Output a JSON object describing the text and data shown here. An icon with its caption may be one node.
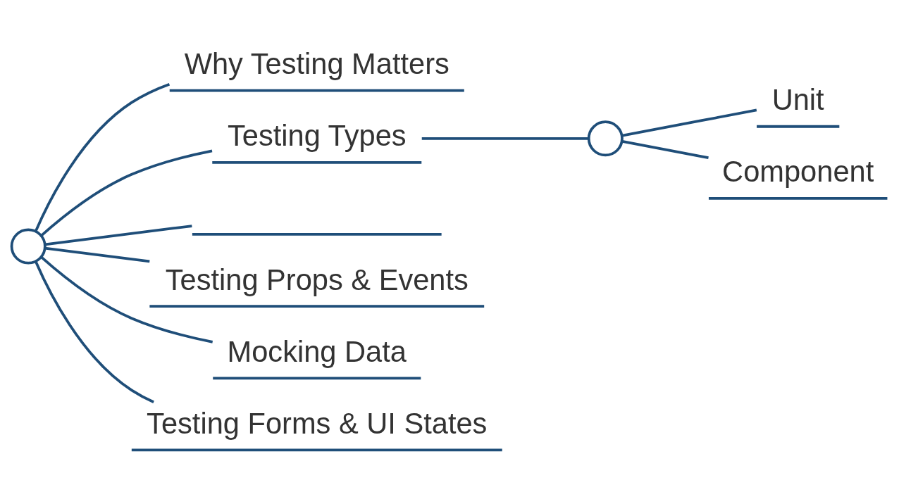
{
  "diagram": {
    "nodes": [
      {
        "text": [],
        "shape": "circle"
      },
      {
        "text": [
          "Why Testing Matters"
        ]
      },
      {
        "text": [
          "Testing Types"
        ]
      },
      {
        "text": [],
        "shape": "circle"
      },
      {
        "text": [
          "Unit"
        ]
      },
      {
        "text": [
          "Component"
        ]
      },
      {
        "text": [],
        "shape": "bar"
      },
      {
        "text": [
          "Testing Props & Events"
        ]
      },
      {
        "text": [
          "Mocking Data"
        ]
      },
      {
        "text": [
          "Testing Forms & UI States"
        ]
      }
    ],
    "edges": [
      {
        "from": 0,
        "to": 1,
        "arrow": "none"
      },
      {
        "from": 0,
        "to": 2,
        "arrow": "none"
      },
      {
        "from": 2,
        "to": 3,
        "arrow": "none"
      },
      {
        "from": 3,
        "to": 4,
        "arrow": "none"
      },
      {
        "from": 3,
        "to": 5,
        "arrow": "none"
      },
      {
        "from": 0,
        "to": 6,
        "arrow": "none"
      },
      {
        "from": 0,
        "to": 7,
        "arrow": "none"
      },
      {
        "from": 0,
        "to": 8,
        "arrow": "none"
      },
      {
        "from": 0,
        "to": 9,
        "arrow": "none"
      }
    ]
  }
}
